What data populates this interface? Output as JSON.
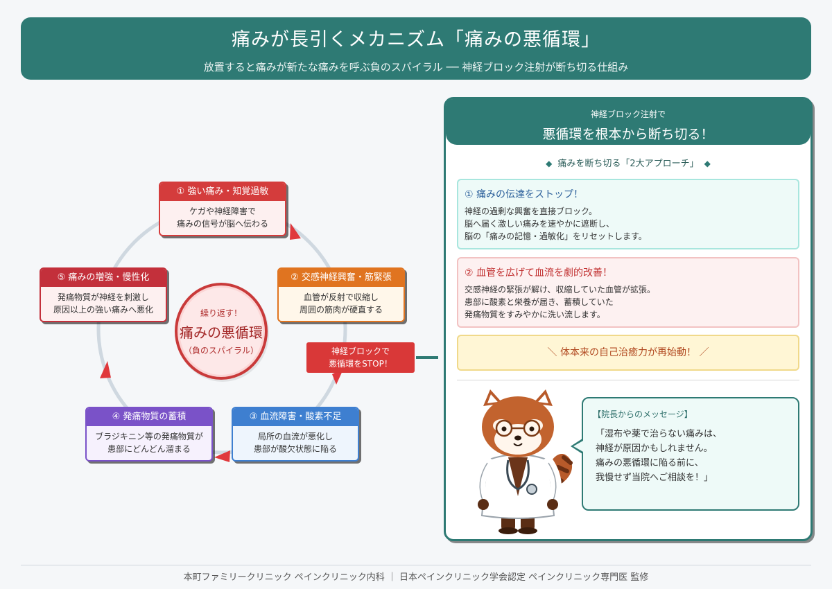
{
  "header": {
    "title": "痛みが長引くメカニズム「痛みの悪循環」",
    "subtitle": "放置すると痛みが新たな痛みを呼ぶ負のスパイラル ── 神経ブロック注射が断ち切る仕組み"
  },
  "cycle": {
    "center": {
      "small": "繰り返す！",
      "big": "痛みの悪循環",
      "paren": "（負のスパイラル）"
    },
    "nodes": [
      {
        "title": "① 強い痛み・知覚過敏",
        "line1": "ケガや神経障害で",
        "line2": "痛みの信号が脳へ伝わる",
        "color": "#d43c3c"
      },
      {
        "title": "② 交感神経興奮・筋緊張",
        "line1": "血管が反射で収縮し",
        "line2": "周囲の筋肉が硬直する",
        "color": "#e07420"
      },
      {
        "title": "③ 血流障害・酸素不足",
        "line1": "局所の血流が悪化し",
        "line2": "患部が酸欠状態に陥る",
        "color": "#3e7fd0"
      },
      {
        "title": "④ 発痛物質の蓄積",
        "line1": "ブラジキニン等の発痛物質が",
        "line2": "患部にどんどん溜まる",
        "color": "#7a52c8"
      },
      {
        "title": "⑤ 痛みの増強・慢性化",
        "line1": "発痛物質が神経を刺激し",
        "line2": "原因以上の強い痛みへ悪化",
        "color": "#c3303b"
      }
    ],
    "stop": {
      "line1": "神経ブロックで",
      "line2": "悪循環をSTOP！"
    }
  },
  "panel": {
    "head_sub": "神経ブロック注射で",
    "head_title": "悪循環を根本から断ち切る！",
    "approach_label": "痛みを断ち切る「2大アプローチ」",
    "cards": [
      {
        "title": "① 痛みの伝達をストップ！",
        "lines": [
          "神経の過剰な興奮を直接ブロック。",
          "脳へ届く激しい痛みを速やかに遮断し、",
          "脳の「痛みの記憶・過敏化」をリセットします。"
        ]
      },
      {
        "title": "② 血管を広げて血流を劇的改善！",
        "lines": [
          "交感神経の緊張が解け、収縮していた血管が拡張。",
          "患部に酸素と栄養が届き、蓄積していた",
          "発痛物質をすみやかに洗い流します。"
        ]
      }
    ],
    "highlight": "＼ 体本来の自己治癒力が再始動！ ／",
    "message": {
      "heading": "【院長からのメッセージ】",
      "lines": [
        "「湿布や薬で治らない痛みは、",
        "神経が原因かもしれません。",
        "痛みの悪循環に陥る前に、",
        "我慢せず当院へご相談を！」"
      ]
    },
    "mascot_icon": "red-panda-doctor-icon"
  },
  "footer": "本町ファミリークリニック ペインクリニック内科 ｜ 日本ペインクリニック学会認定 ペインクリニック専門医 監修"
}
